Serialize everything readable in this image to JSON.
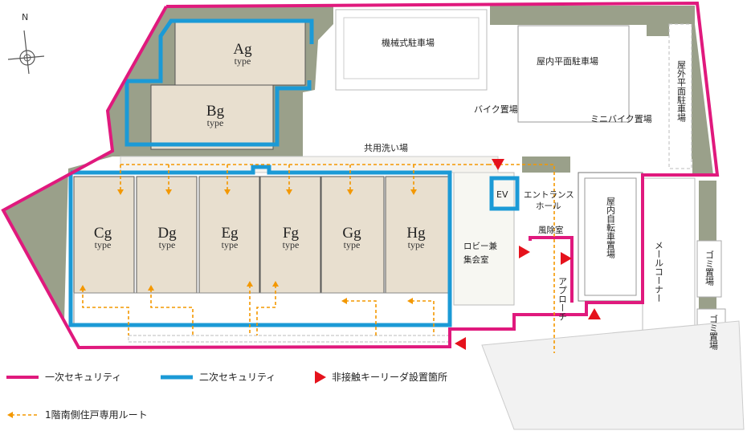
{
  "compass": {
    "label": "N"
  },
  "units": [
    {
      "name": "Ag",
      "sub": "type"
    },
    {
      "name": "Bg",
      "sub": "type"
    },
    {
      "name": "Cg",
      "sub": "type"
    },
    {
      "name": "Dg",
      "sub": "type"
    },
    {
      "name": "Eg",
      "sub": "type"
    },
    {
      "name": "Fg",
      "sub": "type"
    },
    {
      "name": "Gg",
      "sub": "type"
    },
    {
      "name": "Hg",
      "sub": "type"
    }
  ],
  "labels": {
    "mechanical_parking": "機械式駐車場",
    "indoor_parking": "屋内平面駐車場",
    "outdoor_parking": "屋外平面駐車場",
    "bike_parking": "バイク置場",
    "minibike_parking": "ミニバイク置場",
    "shared_wash": "共用洗い場",
    "ev": "EV",
    "entrance_hall_1": "エントランス",
    "entrance_hall_2": "ホール",
    "windbreak": "風除室",
    "bicycle_parking": "屋内自転車置場",
    "mail_corner": "メールコーナー",
    "lobby_1": "ロビー兼",
    "lobby_2": "集会室",
    "approach": "アプローチ",
    "garbage_1": "ゴミ置場",
    "garbage_2": "ゴミ置場"
  },
  "legend": {
    "primary": "一次セキュリティ",
    "secondary": "二次セキュリティ",
    "reader": "非接触キーリーダ設置箇所",
    "route": "1階南側住戸専用ルート"
  },
  "colors": {
    "primary_security": "#e0197d",
    "secondary_security": "#1b9ad6",
    "reader": "#e5121c",
    "route": "#f39800",
    "greenery": "#9aa08a",
    "unit_fill": "#e8dfcf"
  }
}
